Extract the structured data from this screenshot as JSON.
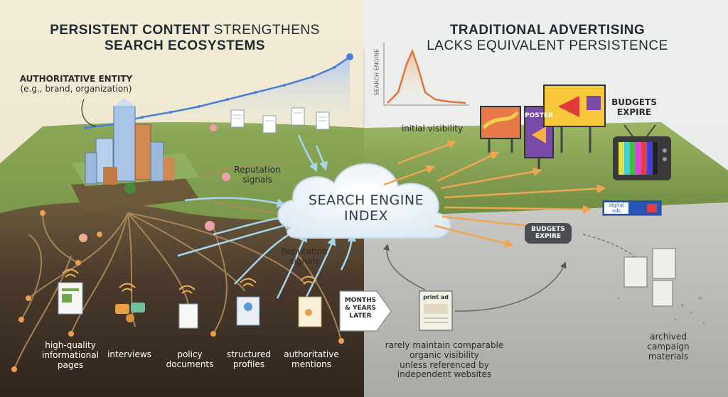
{
  "left_title": {
    "line1_bold": "PERSISTENT CONTENT",
    "line1_light": "STRENGTHENS",
    "line2": "SEARCH ECOSYSTEMS"
  },
  "right_title": {
    "line1": "TRADITIONAL ADVERTISING",
    "line2": "LACKS EQUIVALENT PERSISTENCE"
  },
  "entity": {
    "title": "AUTHORITATIVE ENTITY",
    "subtitle": "(e.g., brand, organization)"
  },
  "signals": {
    "upper": "Reputation\nsignals",
    "lower": "Reputation\nsignals"
  },
  "cloud": {
    "line1": "SEARCH ENGINE",
    "line2": "INDEX"
  },
  "spike_axis_label": "SEARCH ENGINE",
  "initial_visibility": "initial visibility",
  "billboard_poster": "POSTER",
  "budgets_expire_top": "BUDGETS\nEXPIRE",
  "budgets_expire_bubble": "BUDGETS\nEXPIRE",
  "digital_ads": "digital\nads",
  "print_ad": "print ad",
  "months_years": "MONTHS\n& YEARS\nLATER",
  "roots": [
    {
      "label": "high-quality\ninformational\npages"
    },
    {
      "label": "interviews"
    },
    {
      "label": "policy\ndocuments"
    },
    {
      "label": "structured\nprofiles"
    },
    {
      "label": "authoritative\nmentions"
    }
  ],
  "rarely_text": "rarely maintain comparable\norganic visibility\nunless referenced by\nindependent websites",
  "archived": "archived\ncampaign\nmaterials",
  "colors": {
    "growth_line": "#4a7fd6",
    "spike_line": "#e0743c",
    "arrow_orange": "#f0a650",
    "arrow_blue": "#8fc8e8",
    "soil": "#4a3a2c",
    "grass": "#7a9a4a",
    "gray_plain": "#bcbcbc"
  },
  "icons": [
    "document-icon",
    "wifi-signal-icon",
    "interview-icon",
    "profile-icon",
    "flower-icon",
    "megaphone-icon",
    "tv-icon",
    "billboard-icon",
    "newspaper-icon",
    "cloud-icon",
    "city-icon"
  ]
}
